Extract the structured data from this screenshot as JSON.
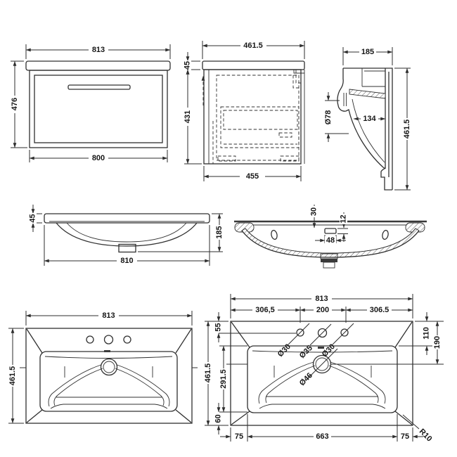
{
  "drawing": {
    "background": "#ffffff",
    "line_color": "#303030",
    "text_color": "#161616",
    "views": {
      "cabinet_front": {
        "width_top": "813",
        "height_left": "476",
        "width_bottom": "800"
      },
      "cabinet_side": {
        "depth_top": "461.5",
        "worktop_height": "45",
        "body_height": "431",
        "depth_bottom": "455"
      },
      "basin_profile": {
        "depth_top": "185",
        "front_hole": "Ø78",
        "inner_depth": "134",
        "height_right": "461.5"
      },
      "basin_front": {
        "rim_height": "45",
        "width_bottom": "810",
        "height_right": "185"
      },
      "basin_section": {
        "slot_offset": "30",
        "slot_height": "12",
        "slot_width": "48"
      },
      "basin_plan": {
        "width_top": "813",
        "height_left": "461.5"
      },
      "basin_plan_detail": {
        "width_top": "813",
        "span_left": "306,5",
        "span_centre": "200",
        "span_right": "306.5",
        "edge_to_taps": "55",
        "height_left": "461.5",
        "bowl_length": "291.5",
        "bottom_margin": "60",
        "edge_to_rim": "110",
        "edge_to_waste": "190",
        "margin_left": "75",
        "bowl_width": "663",
        "margin_right": "75",
        "corner_radius": "R10",
        "tap_left": "Ø30",
        "tap_centre": "Ø35",
        "tap_right": "Ø30",
        "waste_hole": "Ø46"
      }
    }
  }
}
